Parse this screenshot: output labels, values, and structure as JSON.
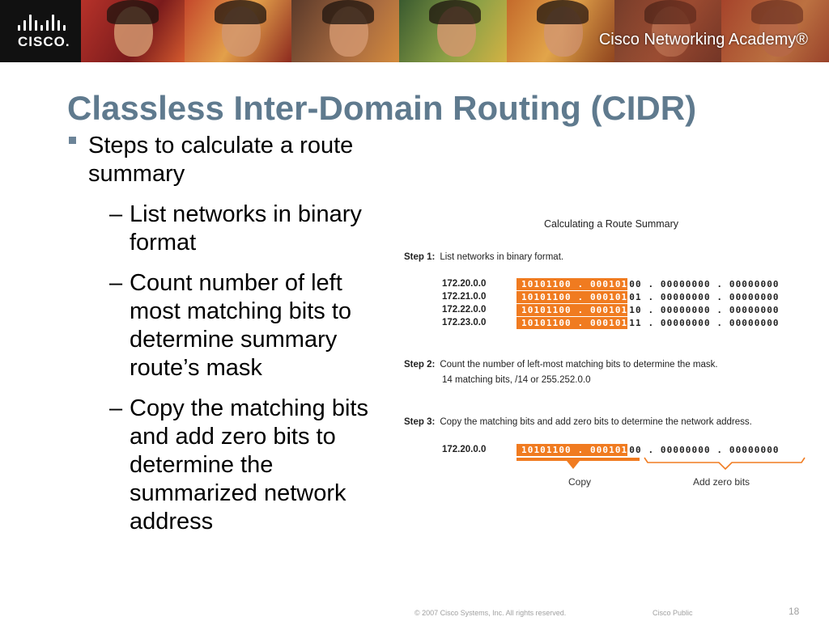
{
  "header": {
    "logo_text": "CISCO.",
    "academy_brand": "Cisco",
    "academy_name": "Networking Academy®"
  },
  "slide": {
    "title": "Classless Inter-Domain Routing (CIDR)",
    "bullet": "Steps to calculate a route summary",
    "sub_bullets": [
      "List networks in binary format",
      "Count number of left most matching bits to determine summary route’s mask",
      "Copy the matching bits and add zero bits to determine the summarized network address"
    ],
    "dash": "–"
  },
  "diagram": {
    "title": "Calculating a Route Summary",
    "step1": {
      "label": "Step 1:",
      "text": "List networks in binary format."
    },
    "step2": {
      "label": "Step 2:",
      "text": "Count the number of left-most matching bits to determine the mask."
    },
    "step2_note": "14 matching bits, /14 or 255.252.0.0",
    "step3": {
      "label": "Step 3:",
      "text": "Copy the matching bits and add zero bits to determine the network address."
    },
    "rows": [
      {
        "network": "172.20.0.0",
        "match": "10101100 . 000101",
        "rest": "00 . 00000000 . 00000000"
      },
      {
        "network": "172.21.0.0",
        "match": "10101100 . 000101",
        "rest": "01 . 00000000 . 00000000"
      },
      {
        "network": "172.22.0.0",
        "match": "10101100 . 000101",
        "rest": "10 . 00000000 . 00000000"
      },
      {
        "network": "172.23.0.0",
        "match": "10101100 . 000101",
        "rest": "11 . 00000000 . 00000000"
      }
    ],
    "result": {
      "network": "172.20.0.0",
      "match": "10101100 . 000101",
      "rest": "00 . 00000000 . 00000000"
    },
    "copy_label": "Copy",
    "zero_label": "Add zero bits",
    "accent_color": "#f07b20"
  },
  "footer": {
    "copyright": "© 2007 Cisco Systems, Inc. All rights reserved.",
    "classification": "Cisco Public",
    "page_number": "18"
  }
}
